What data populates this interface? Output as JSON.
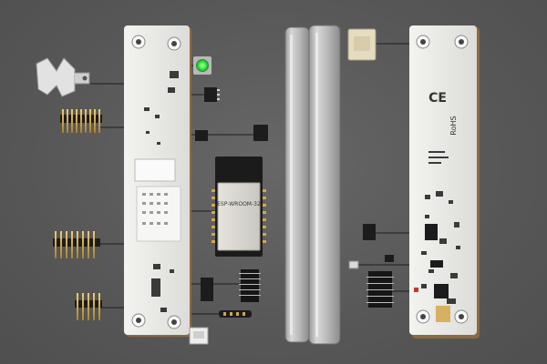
{
  "module_label": "ESP-WROOM-32",
  "back_marks": {
    "ce": "CE",
    "rohs": "RoHS"
  },
  "colors": {
    "background": "#5b5b5b",
    "pcb": "#e9e9e6",
    "pcb_edge": "#8b6a43",
    "led": "#3df24a",
    "module_shield": "#d8d6cf",
    "module_body": "#1b1b1b",
    "pin_gold": "#d3a749"
  }
}
